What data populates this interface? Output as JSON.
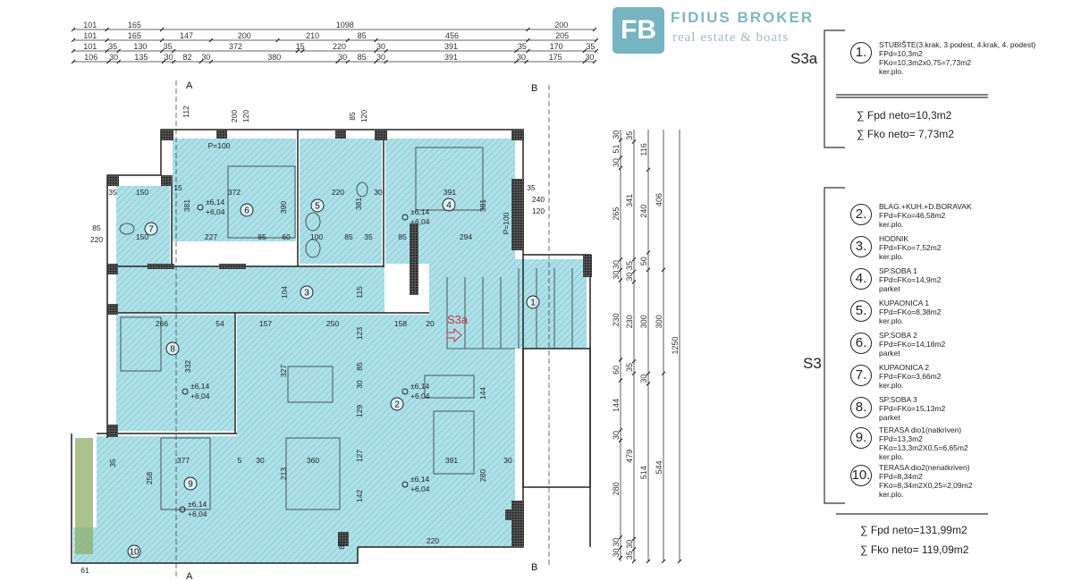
{
  "dims_top": [
    [
      101,
      165,
      1098,
      200
    ],
    [
      101,
      165,
      147,
      200,
      210,
      85,
      456,
      205
    ],
    [
      101,
      35,
      130,
      35,
      372,
      15,
      220,
      30,
      391,
      35,
      170,
      35
    ],
    [
      106,
      30,
      135,
      30,
      82,
      30,
      380,
      30,
      85,
      30,
      391,
      30,
      175,
      30
    ]
  ],
  "dims_right": [
    [
      30,
      51,
      30,
      265,
      30,
      30,
      230,
      60,
      144,
      30,
      280,
      30,
      30
    ],
    [
      35,
      341,
      35,
      30,
      230,
      35,
      479,
      30,
      35
    ],
    [
      116,
      240,
      50,
      300,
      30,
      514
    ],
    [
      406,
      300,
      544
    ],
    [
      1250
    ]
  ],
  "plan": {
    "labels": [
      "P=100",
      "372",
      "220",
      "391",
      "150",
      "35",
      "15",
      "30",
      "35",
      "227",
      "85",
      "60",
      "100",
      "85",
      "35",
      "85",
      "294",
      "150",
      "266",
      "54",
      "157",
      "250",
      "158",
      "20",
      "377",
      "360",
      "391",
      "5",
      "30",
      "30",
      "381",
      "390",
      "381",
      "381",
      "104",
      "115",
      "332",
      "327",
      "85",
      "129",
      "127",
      "142",
      "258",
      "213",
      "144",
      "280",
      "123",
      "30",
      "85",
      "220",
      "240",
      "120",
      "200",
      "120",
      "85",
      "120",
      "112",
      "P=100",
      "61",
      "35",
      "83",
      "220"
    ],
    "room_numbers": [
      "1",
      "2",
      "3",
      "4",
      "5",
      "6",
      "7",
      "8",
      "9",
      "10"
    ],
    "elevation_top": "±6,14",
    "elevation_bottom": "+6,04",
    "section_a": "A",
    "section_b": "B",
    "stair_marker": "S3a",
    "hatch_color": "#a9dde6",
    "wall_color": "#222222"
  },
  "watermark": {
    "logo": "FB",
    "name": "FIDIUS BROKER",
    "tagline": "real estate & boats"
  },
  "legend": {
    "group_s3a": {
      "label": "S3a",
      "items": [
        {
          "num": "1.",
          "lines": [
            "STUBIŠTE(3.krak, 3.podest, 4.krak, 4. podest)",
            "FPd=10,3m2",
            "FKo=10,3m2x0,75=7,73m2",
            "ker.plo."
          ]
        }
      ],
      "sum_pd": "∑ Fpd neto=10,3m2",
      "sum_ko": "∑ Fko neto= 7,73m2"
    },
    "group_s3": {
      "label": "S3",
      "items": [
        {
          "num": "2.",
          "lines": [
            "BLAG.+KUH.+D.BORAVAK",
            "FPd=FKo=46,58m2",
            "ker.plo."
          ]
        },
        {
          "num": "3.",
          "lines": [
            "HODNIK",
            "FPd=FKo=7,52m2",
            "ker.plo."
          ]
        },
        {
          "num": "4.",
          "lines": [
            "SP.SOBA 1",
            "FPd=FKo=14,9m2",
            "parket"
          ]
        },
        {
          "num": "5.",
          "lines": [
            "KUPAONICA 1",
            "FPd=FKo=8,38m2",
            "ker.plo."
          ]
        },
        {
          "num": "6.",
          "lines": [
            "SP.SOBA 2",
            "FPd=FKo=14,18m2",
            "parket"
          ]
        },
        {
          "num": "7.",
          "lines": [
            "KUPAONICA 2",
            "FPd=FKo=3,66m2",
            "ker.plo."
          ]
        },
        {
          "num": "8.",
          "lines": [
            "SP.SOBA 3",
            "FPd=FKo=15,13m2",
            "parket"
          ]
        },
        {
          "num": "9.",
          "lines": [
            "TERASA dio1(natkriven)",
            "FPd=13,3m2",
            "FKo=13,3m2X0,5=6,65m2",
            "ker.plo."
          ]
        },
        {
          "num": "10.",
          "lines": [
            "TERASA dio2(nenatkriven)",
            "FPd=8,34m2",
            "FKo=8,34m2X0,25=2,09m2",
            "ker.plo."
          ]
        }
      ],
      "sum_pd": "∑ Fpd neto=131,99m2",
      "sum_ko": "∑ Fko neto= 119,09m2"
    }
  }
}
